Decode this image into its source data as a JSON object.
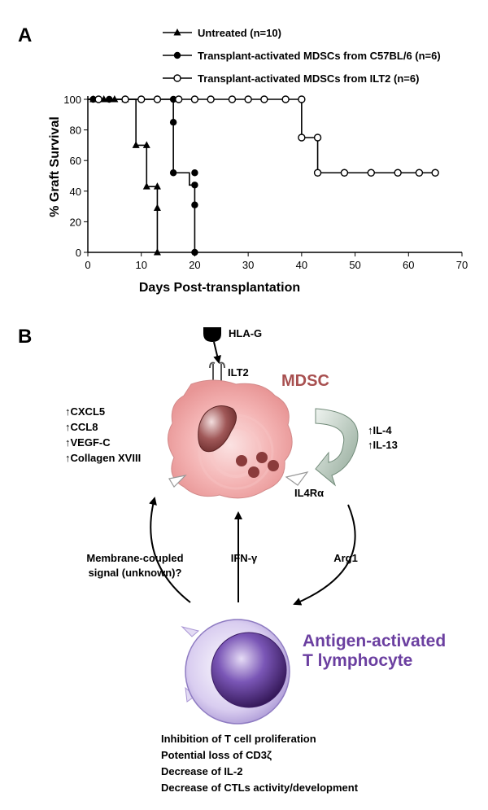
{
  "panel_a": {
    "letter": "A",
    "chart_data": {
      "type": "line",
      "step": true,
      "xlabel": "Days Post-transplantation",
      "ylabel": "% Graft Survival",
      "xlim": [
        0,
        70
      ],
      "ylim": [
        0,
        100
      ],
      "xticks": [
        0,
        10,
        20,
        30,
        40,
        50,
        60,
        70
      ],
      "yticks": [
        0,
        20,
        40,
        60,
        80,
        100
      ],
      "grid": false,
      "legend_position": "top-center",
      "series": [
        {
          "name": "Untreated (n=10)",
          "marker": "triangle",
          "color": "#000000",
          "steps": [
            [
              0,
              100
            ],
            [
              9,
              100
            ],
            [
              9,
              70
            ],
            [
              11,
              70
            ],
            [
              11,
              43
            ],
            [
              13,
              43
            ],
            [
              13,
              29
            ],
            [
              13,
              0
            ]
          ],
          "points": [
            [
              1,
              100
            ],
            [
              3,
              100
            ],
            [
              5,
              100
            ],
            [
              7,
              100
            ],
            [
              9,
              70
            ],
            [
              11,
              70
            ],
            [
              11,
              43
            ],
            [
              13,
              43
            ],
            [
              13,
              29
            ],
            [
              13,
              0
            ]
          ]
        },
        {
          "name": "Transplant-activated MDSCs from C57BL/6 (n=6)",
          "marker": "filled-circle",
          "color": "#000000",
          "steps": [
            [
              0,
              100
            ],
            [
              16,
              100
            ],
            [
              16,
              52
            ],
            [
              19,
              52
            ],
            [
              19,
              44
            ],
            [
              20,
              44
            ],
            [
              20,
              31
            ],
            [
              20,
              0
            ]
          ],
          "points": [
            [
              1,
              100
            ],
            [
              2,
              100
            ],
            [
              4,
              100
            ],
            [
              16,
              100
            ],
            [
              16,
              85
            ],
            [
              16,
              52
            ],
            [
              20,
              52
            ],
            [
              20,
              44
            ],
            [
              20,
              31
            ],
            [
              20,
              0
            ]
          ]
        },
        {
          "name": "Transplant-activated MDSCs from ILT2 (n=6)",
          "marker": "open-circle",
          "color": "#000000",
          "steps": [
            [
              0,
              100
            ],
            [
              40,
              100
            ],
            [
              40,
              75
            ],
            [
              43,
              75
            ],
            [
              43,
              52
            ],
            [
              65,
              52
            ]
          ],
          "points": [
            [
              2,
              100
            ],
            [
              7,
              100
            ],
            [
              10,
              100
            ],
            [
              13,
              100
            ],
            [
              17,
              100
            ],
            [
              20,
              100
            ],
            [
              23,
              100
            ],
            [
              27,
              100
            ],
            [
              30,
              100
            ],
            [
              33,
              100
            ],
            [
              37,
              100
            ],
            [
              40,
              100
            ],
            [
              40,
              75
            ],
            [
              43,
              75
            ],
            [
              43,
              52
            ],
            [
              48,
              52
            ],
            [
              53,
              52
            ],
            [
              58,
              52
            ],
            [
              62,
              52
            ],
            [
              65,
              52
            ]
          ]
        }
      ]
    }
  },
  "panel_b": {
    "letter": "B",
    "hla_g": "HLA-G",
    "ilt2": "ILT2",
    "mdsc": "MDSC",
    "upregulated": [
      "CXCL5",
      "CCL8",
      "VEGF-C",
      "Collagen XVIII"
    ],
    "il_cytokines": [
      "IL-4",
      "IL-13"
    ],
    "il4ra": "IL4Rα",
    "membrane_signal_line1": "Membrane-coupled",
    "membrane_signal_line2": "signal (unknown)?",
    "ifn": "IFN-γ",
    "arg1": "Arg1",
    "t_cell_line1": "Antigen-activated",
    "t_cell_line2": "T lymphocyte",
    "effects": [
      "Inhibition of T cell proliferation",
      "Potential loss of CD3ζ",
      "Decrease of IL-2",
      "Decrease of CTLs activity/development"
    ],
    "colors": {
      "mdsc_fill": "#f2a8a8",
      "mdsc_text": "#a85050",
      "nucleus": "#8a3b3b",
      "t_cell": "#6a3f9e",
      "t_cell_text": "#6b3fa0",
      "curved_arrow": "#9fb5a5"
    }
  }
}
